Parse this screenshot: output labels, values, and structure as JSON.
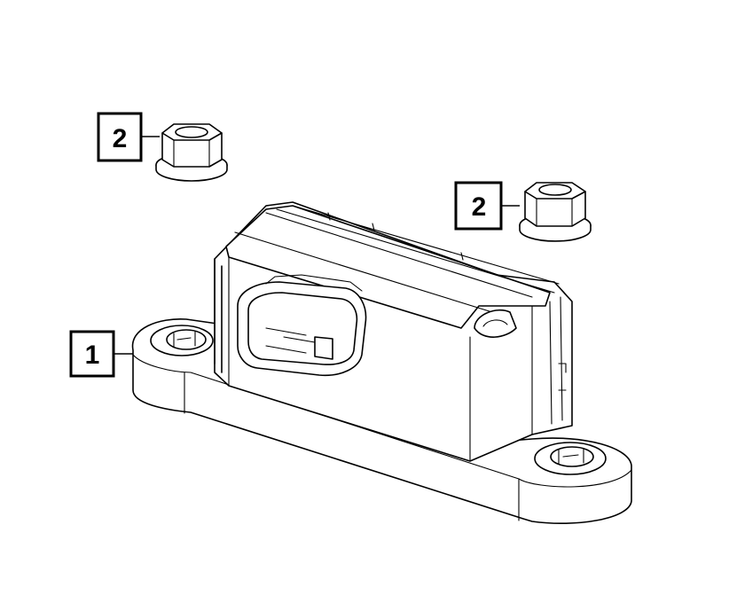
{
  "callouts": [
    {
      "id": "module",
      "label": "1"
    },
    {
      "id": "nut-left",
      "label": "2"
    },
    {
      "id": "nut-right",
      "label": "2"
    }
  ],
  "colors": {
    "line": "#000000",
    "background": "#ffffff"
  }
}
